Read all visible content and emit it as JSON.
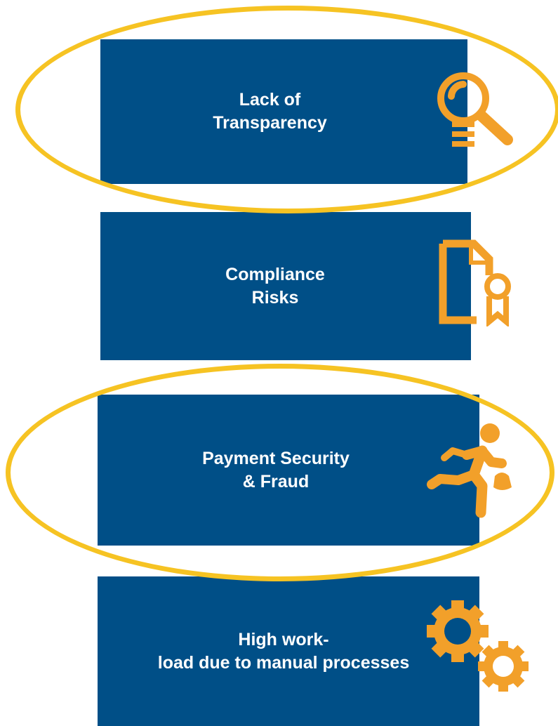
{
  "cards": [
    {
      "line1": "Lack of",
      "line2": "Transparency",
      "icon": "magnifier-bulb-icon",
      "highlighted": true
    },
    {
      "line1": "Compliance",
      "line2": "Risks",
      "icon": "certificate-icon",
      "highlighted": false
    },
    {
      "line1": "Payment Security",
      "line2": "& Fraud",
      "icon": "thief-running-icon",
      "highlighted": true
    },
    {
      "line1": "High work-",
      "line2": "load due to manual processes",
      "icon": "gears-icon",
      "highlighted": false
    }
  ],
  "colors": {
    "box": "#004f87",
    "icon": "#f2a02a",
    "highlight": "#f6c323",
    "text": "#ffffff"
  }
}
